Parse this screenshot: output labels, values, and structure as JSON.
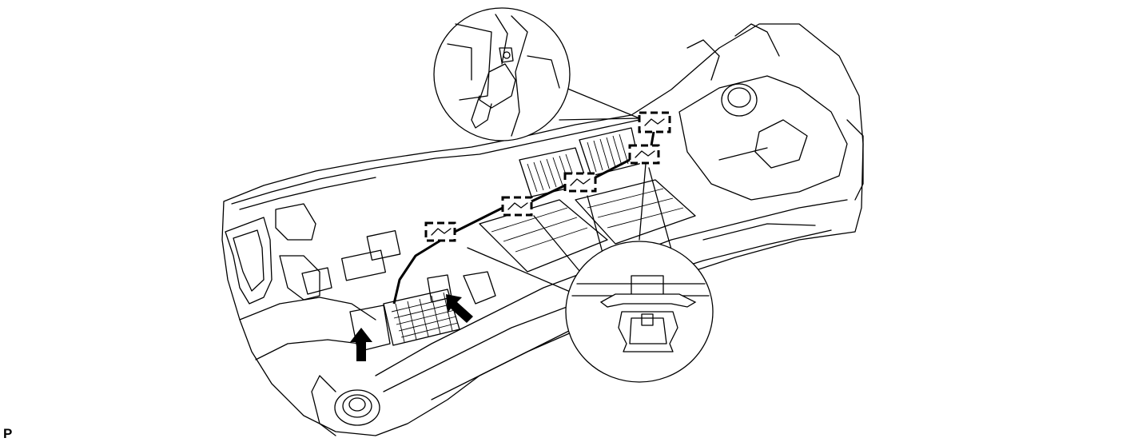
{
  "figure": {
    "page_code": "P",
    "callouts": [
      {
        "name": "wire-harness-clamp-detail"
      },
      {
        "name": "clip-detail"
      }
    ],
    "clip_markers": 5,
    "arrows": 2
  },
  "colors": {
    "line": "#000000",
    "background": "#ffffff"
  }
}
